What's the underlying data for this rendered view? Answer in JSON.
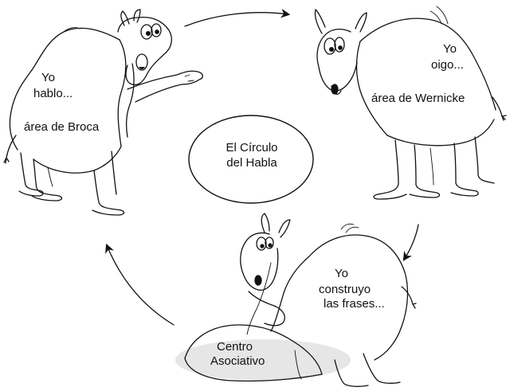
{
  "center_title": [
    "El Círculo",
    "del Habla"
  ],
  "camels": [
    {
      "id": "broca",
      "speech": [
        "Yo",
        "hablo..."
      ],
      "area": "área de Broca"
    },
    {
      "id": "wernicke",
      "speech": [
        "Yo",
        "oigo..."
      ],
      "area": "área de Wernicke"
    },
    {
      "id": "asociativo",
      "speech": [
        "Yo",
        "construyo",
        "las frases..."
      ],
      "area": [
        "Centro",
        "Asociativo"
      ]
    }
  ],
  "colors": {
    "ink": "#111111",
    "shade": "#bdbdbd",
    "background": "#ffffff"
  }
}
